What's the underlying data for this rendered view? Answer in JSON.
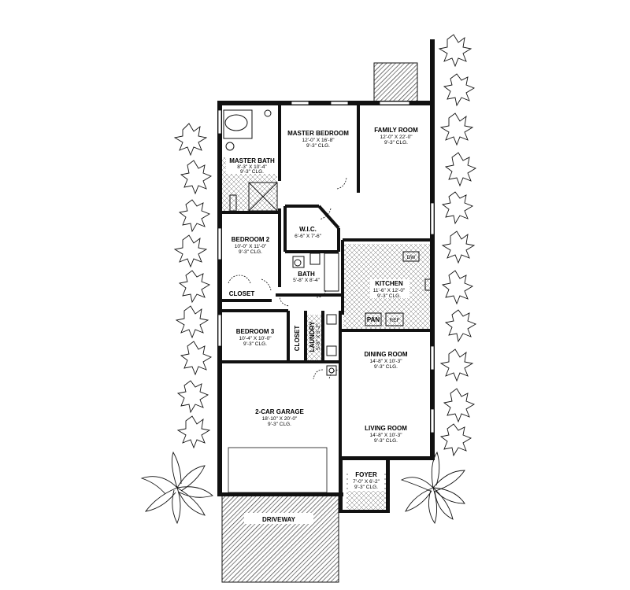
{
  "rooms": {
    "master_bedroom": {
      "name": "MASTER BEDROOM",
      "dims": "12'-0\" X 16'-8\"",
      "clg": "9'-3\" CLG."
    },
    "family_room": {
      "name": "FAMILY ROOM",
      "dims": "12'-0\" X 22'-0\"",
      "clg": "9'-3\" CLG."
    },
    "master_bath": {
      "name": "MASTER BATH",
      "dims": "8'-3\" X 10'-4\"",
      "clg": "9'-3\" CLG."
    },
    "wic": {
      "name": "W.I.C.",
      "dims": "6'-6\" X 7'-6\""
    },
    "bedroom_2": {
      "name": "BEDROOM 2",
      "dims": "10'-0\" X 11'-0\"",
      "clg": "9'-3\" CLG."
    },
    "bath": {
      "name": "BATH",
      "dims": "5'-8\" X 8'-4\""
    },
    "kitchen": {
      "name": "KITCHEN",
      "dims": "11'-6\" X 12'-0\"",
      "clg": "9'-3\" CLG."
    },
    "closet_1": {
      "name": "CLOSET"
    },
    "pan": {
      "name": "PAN"
    },
    "bedroom_3": {
      "name": "BEDROOM 3",
      "dims": "10'-4\" X 10'-0\"",
      "clg": "9'-3\" CLG."
    },
    "closet_2": {
      "name": "CLOSET"
    },
    "laundry": {
      "name": "LAUNDRY",
      "dims": "5'-8\" X 5'-2\""
    },
    "dining_room": {
      "name": "DINING ROOM",
      "dims": "14'-8\" X 10'-3\"",
      "clg": "9'-3\" CLG."
    },
    "garage": {
      "name": "2-CAR GARAGE",
      "dims": "18'-10\" X 20'-0\"",
      "clg": "9'-3\" CLG."
    },
    "living_room": {
      "name": "LIVING ROOM",
      "dims": "14'-8\" X 10'-3\"",
      "clg": "9'-3\" CLG."
    },
    "foyer": {
      "name": "FOYER",
      "dims": "7'-0\" X 6'-2\"",
      "clg": "9'-3\" CLG."
    },
    "driveway": {
      "name": "DRIVEWAY"
    }
  },
  "fixtures": {
    "dw": "DW",
    "ref": "REF"
  }
}
